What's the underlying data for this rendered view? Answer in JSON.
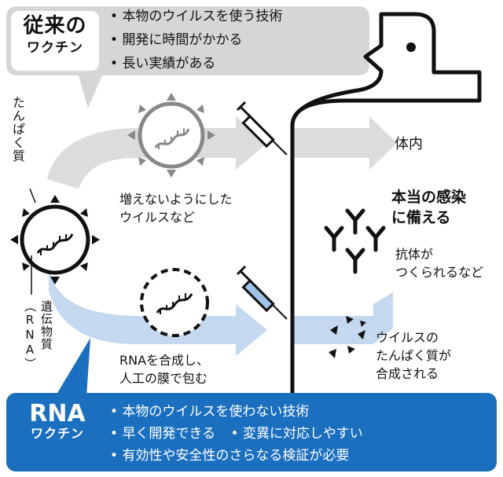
{
  "conventional": {
    "title": "従来の",
    "subtitle": "ワクチン",
    "bullets": [
      "本物のウイルスを使う技術",
      "開発に時間がかかる",
      "長い実績がある"
    ]
  },
  "rna": {
    "title": "RNA",
    "subtitle": "ワクチン",
    "bullet1": "本物のウイルスを使わない技術",
    "bullet2a": "早く開発できる",
    "bullet2b": "変異に対応しやすい",
    "bullet3": "有効性や安全性のさらなる検証が必要"
  },
  "labels": {
    "protein": "たんぱく質",
    "gene": "遺伝物質（RNA）",
    "weakened_line1": "増えないようにした",
    "weakened_line2": "ウイルスなど",
    "synth_line1": "RNAを合成し、",
    "synth_line2": "人工の膜で包む",
    "inside_body": "体内",
    "prepare_line1": "本当の感染",
    "prepare_line2": "に備える",
    "antibody_line1": "抗体が",
    "antibody_line2": "つくられるなど",
    "viral_line1": "ウイルスの",
    "viral_line2": "たんぱく質が",
    "viral_line3": "合成される"
  },
  "colors": {
    "gray_box": "#d6d6d6",
    "gray_arrow": "#dcdcdc",
    "blue_arrow": "#c4d9ef",
    "blue_box": "#1b6fbf",
    "ink": "#111111"
  }
}
